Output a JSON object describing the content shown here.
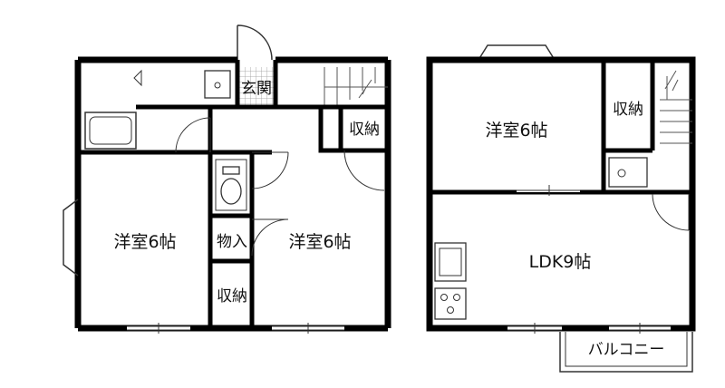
{
  "floor1": {
    "entrance": "玄関",
    "storage_top": "収納",
    "room_left": "洋室6帖",
    "room_mid": "洋室6帖",
    "closet": "物入",
    "storage_bottom": "収納"
  },
  "floor2": {
    "room": "洋室6帖",
    "storage": "収納",
    "ldk": "LDK9帖",
    "balcony": "バルコニー"
  }
}
